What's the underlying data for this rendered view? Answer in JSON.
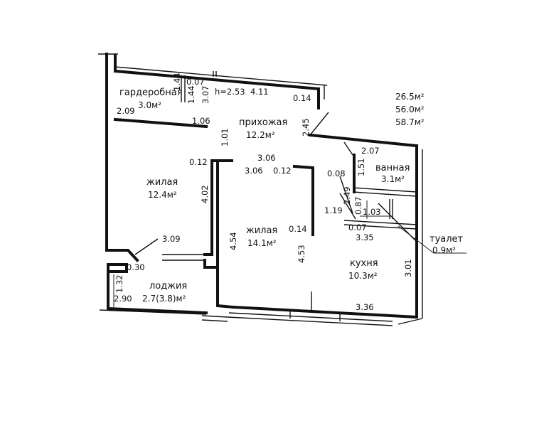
{
  "rooms": {
    "wardrobe": {
      "name": "гардеробная",
      "area": "3.0м²"
    },
    "hall": {
      "name": "прихожая",
      "area": "12.2м²"
    },
    "bath": {
      "name": "ванная",
      "area": "3.1м²"
    },
    "living1": {
      "name": "жилая",
      "area": "12.4м²"
    },
    "living2": {
      "name": "жилая",
      "area": "14.1м²"
    },
    "kitchen": {
      "name": "кухня",
      "area": "10.3м²"
    },
    "toilet": {
      "name": "туалет",
      "area": "0.9м²"
    },
    "loggia": {
      "name": "лоджия",
      "area": "2.7(3.8)м²"
    }
  },
  "totals": {
    "living": "26.5м²",
    "total": "56.0м²",
    "total_with_loggia": "58.7м²"
  },
  "height": "h=2.53",
  "dimensions": {
    "d_0_07_top": "0.07",
    "d_1_44_a": "1.44",
    "d_1_44_b": "1.44",
    "d_3_07": "3.07",
    "d_4_11": "4.11",
    "d_0_14_top": "0.14",
    "d_2_09": "2.09",
    "d_1_06": "1.06",
    "d_1_01": "1.01",
    "d_2_45": "2.45",
    "d_2_07": "2.07",
    "d_0_12_a": "0.12",
    "d_3_06_a": "3.06",
    "d_3_06_b": "3.06",
    "d_0_12_b": "0.12",
    "d_0_08": "0.08",
    "d_1_51": "1.51",
    "d_4_02": "4.02",
    "d_2_49": "2.49",
    "d_0_87": "0.87",
    "d_1_19": "1.19",
    "d_1_03": "1.03",
    "d_0_14_mid": "0.14",
    "d_0_07_mid": "0.07",
    "d_3_35": "3.35",
    "d_4_54": "4.54",
    "d_4_53": "4.53",
    "d_3_09": "3.09",
    "d_0_30": "0.30",
    "d_3_01": "3.01",
    "d_1_32": "1.32",
    "d_2_90": "2.90",
    "d_3_36": "3.36"
  }
}
